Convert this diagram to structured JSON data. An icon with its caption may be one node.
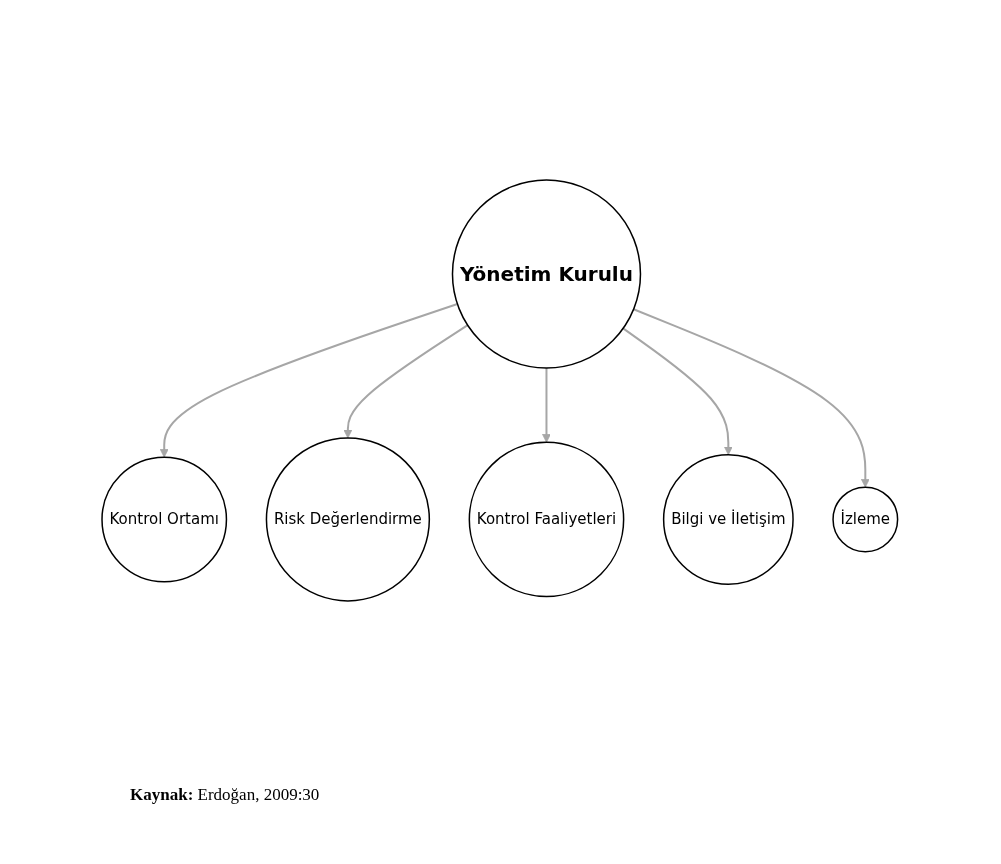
{
  "diagram": {
    "caption": "**Kaynak:** Erdoğan, 2009:30",
    "nodes": [
      {
        "text": [
          "Kontrol Ortamı"
        ]
      },
      {
        "text": [
          "İzleme"
        ]
      },
      {
        "text": [
          "Risk Değerlendirme"
        ]
      },
      {
        "text": [
          "Yönetim Kurulu"
        ]
      },
      {
        "text": [
          "Bilgi ve İletişim"
        ]
      },
      {
        "text": [
          "Kontrol Faaliyetleri"
        ]
      }
    ],
    "edges": [
      {
        "from": 3,
        "to": 0,
        "arrow": "to"
      },
      {
        "from": 3,
        "to": 2,
        "arrow": "to"
      },
      {
        "from": 3,
        "to": 5,
        "arrow": "to"
      },
      {
        "from": 3,
        "to": 4,
        "arrow": "to"
      },
      {
        "from": 3,
        "to": 1,
        "arrow": "to"
      }
    ]
  }
}
